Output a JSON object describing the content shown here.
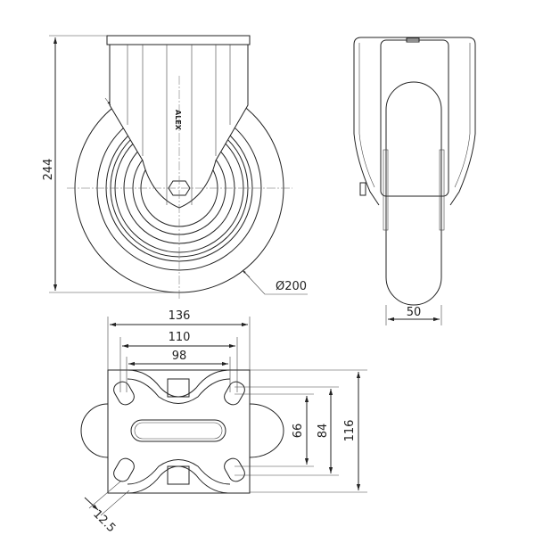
{
  "front_view": {
    "height_dim": "244",
    "diameter_dim": "Ø200",
    "logo": "ALEX"
  },
  "side_view": {
    "width_dim": "50"
  },
  "top_view": {
    "plate_width_dim": "136",
    "hole_spacing_outer_dim": "110",
    "hole_spacing_inner_dim": "98",
    "hole_spacing_short_dim": "66",
    "hole_spacing_long_dim": "84",
    "plate_length_dim": "116",
    "slot_width_dim": "12.5"
  }
}
